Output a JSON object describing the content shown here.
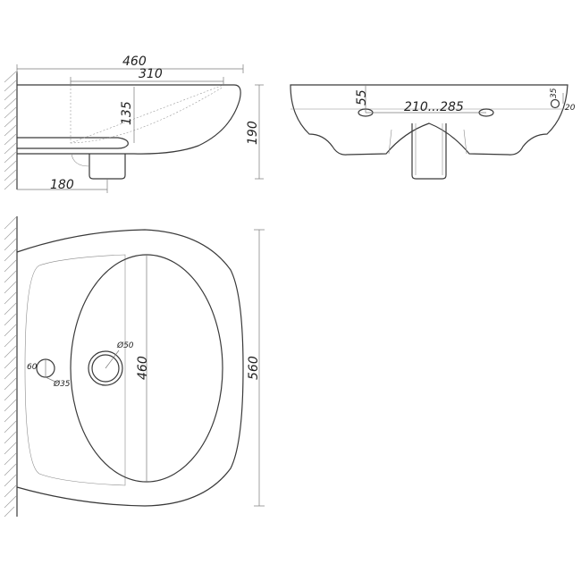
{
  "side_view": {
    "overall_width": "460",
    "bowl_width": "310",
    "bowl_depth": "135",
    "total_height": "190",
    "drain_offset": "180"
  },
  "front_view": {
    "tap_hole_height": "55",
    "tap_hole_spacing": "210...285",
    "hole_diameter": "35",
    "hole_offset": "20"
  },
  "top_view": {
    "drain_diameter": "Ø50",
    "bowl_length": "460",
    "total_depth": "560",
    "overflow_offset": "60",
    "overflow_diameter": "Ø35"
  }
}
